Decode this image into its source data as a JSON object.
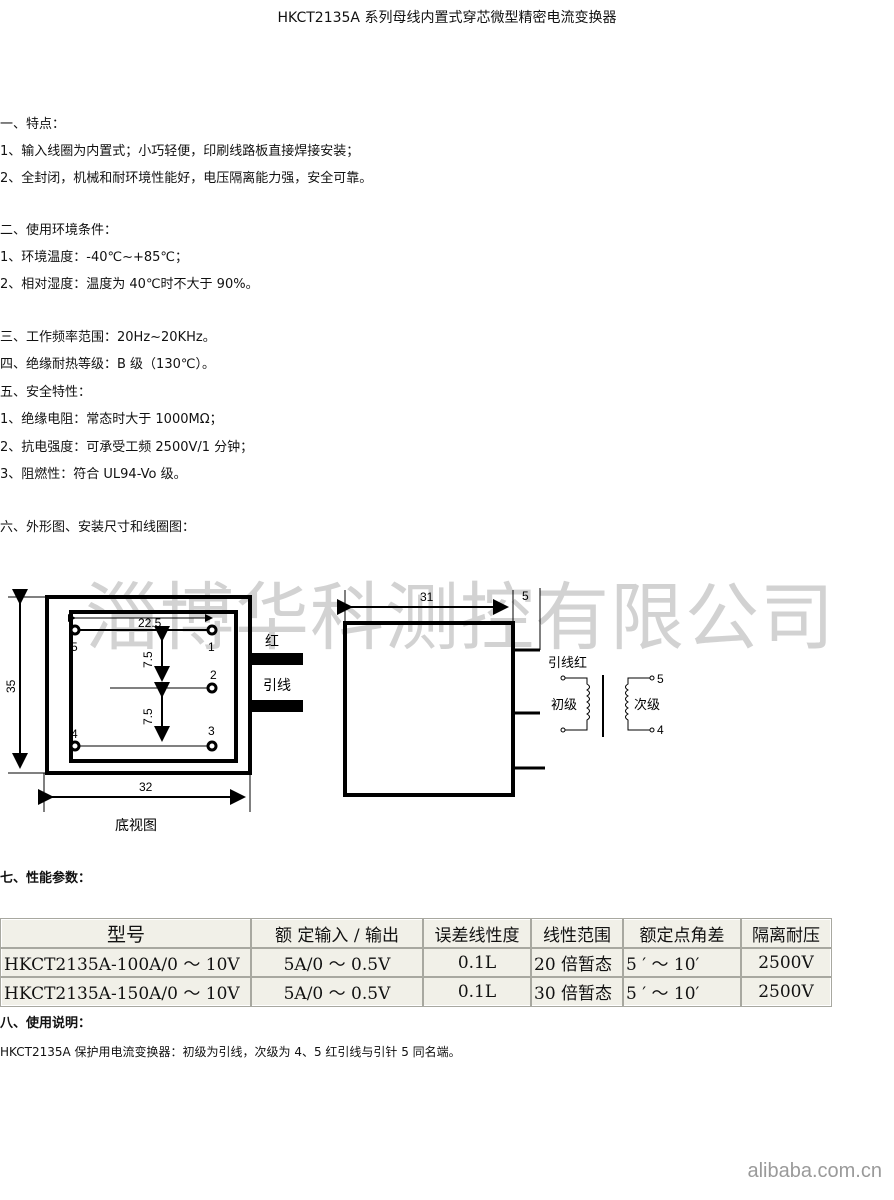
{
  "title": "HKCT2135A 系列母线内置式穿芯微型精密电流变换器",
  "sections": {
    "s1": "一、特点：",
    "s1_1": "1、输入线圈为内置式；小巧轻便，印刷线路板直接焊接安装；",
    "s1_2": "2、全封闭，机械和耐环境性能好，电压隔离能力强，安全可靠。",
    "s2": "二、使用环境条件：",
    "s2_1": "1、环境温度：-40℃~+85℃；",
    "s2_2": "2、相对湿度：温度为 40℃时不大于 90%。",
    "s3": "三、工作频率范围：20Hz~20KHz。",
    "s4": "四、绝缘耐热等级：B 级（130℃）。",
    "s5": "五、安全特性：",
    "s5_1": "1、绝缘电阻：常态时大于 1000MΩ；",
    "s5_2": "2、抗电强度：可承受工频 2500V/1 分钟；",
    "s5_3": "3、阻燃性：符合 UL94-Vo 级。",
    "s6": "六、外形图、安装尺寸和线圈图：",
    "s7": "七、性能参数：",
    "s8": "八、使用说明：",
    "s8_1": "HKCT2135A 保护用电流变换器：初级为引线，次级为 4、5 红引线与引针 5 同名端。"
  },
  "watermark": "淄博华科测控有限公司",
  "diagram": {
    "dim_35": "35",
    "dim_32": "32",
    "dim_22_5": "22.5",
    "dim_7_5a": "7.5",
    "dim_7_5b": "7.5",
    "pins": [
      "5",
      "1",
      "2",
      "4",
      "3"
    ],
    "red": "红",
    "lead": "引线",
    "bottom_view": "底视图",
    "dim_31": "31",
    "dim_5": "5",
    "lead_red": "引线红",
    "primary": "初级",
    "secondary": "次级",
    "sec_5": "5",
    "sec_4": "4"
  },
  "table": {
    "headers": [
      "型号",
      "额 定输入 / 输出",
      "误差线性度",
      "线性范围",
      "额定点角差",
      "隔离耐压"
    ],
    "rows": [
      [
        "HKCT2135A-100A/0 ～ 10V",
        "5A/0 ～ 0.5V",
        "0.1L",
        "20 倍暂态",
        "5 ′ ～ 10′",
        "2500V"
      ],
      [
        "HKCT2135A-150A/0 ～ 10V",
        "5A/0 ～ 0.5V",
        "0.1L",
        "30 倍暂态",
        "5 ′ ～ 10′",
        "2500V"
      ]
    ]
  },
  "footer": "alibaba.com.cn"
}
